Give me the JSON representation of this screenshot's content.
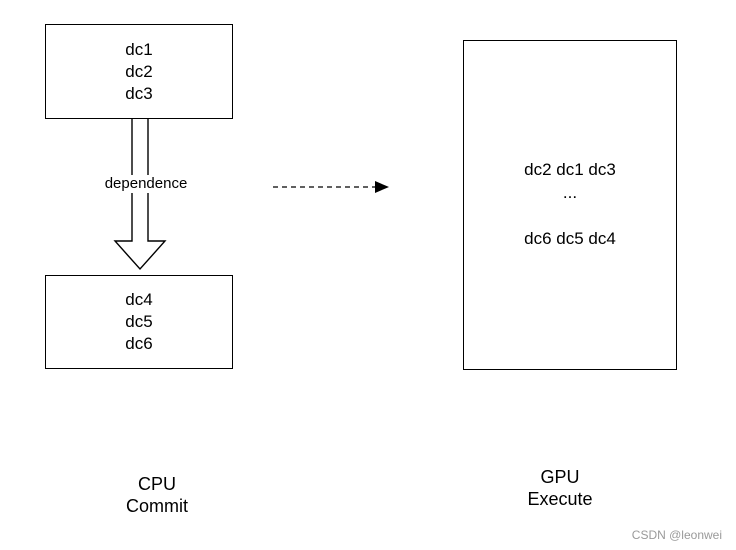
{
  "cpu": {
    "top_box_lines": [
      "dc1",
      "dc2",
      "dc3"
    ],
    "bottom_box_lines": [
      "dc4",
      "dc5",
      "dc6"
    ],
    "dependence_label": "dependence",
    "caption_line1": "CPU",
    "caption_line2": "Commit"
  },
  "gpu": {
    "box_lines": [
      "dc2 dc1 dc3",
      "...",
      "dc6 dc5 dc4"
    ],
    "caption_line1": "GPU",
    "caption_line2": "Execute"
  },
  "watermark": "CSDN @leonwei",
  "colors": {
    "stroke": "#000000",
    "background": "#ffffff",
    "watermark": "#9a9a9a"
  }
}
